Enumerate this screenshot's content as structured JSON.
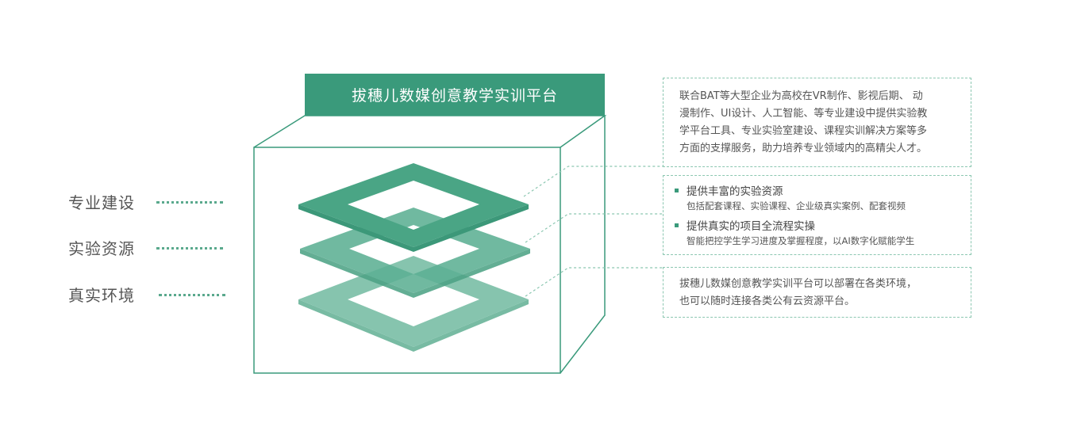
{
  "platform_title": "拔穗儿数媒创意教学实训平台",
  "left_labels": [
    "专业建设",
    "实验资源",
    "真实环境"
  ],
  "colors": {
    "primary": "#3a9a7b",
    "layer_top": "#4aa585",
    "layer_mid": "#5db094",
    "layer_bottom": "#7cc0a8",
    "cube_line": "#3a9a7b",
    "dashed_box": "#8cc7b1",
    "dotted_leader": "#5aa98d"
  },
  "box_intro": {
    "lines": [
      "联合BAT等大型企业为高校在VR制作、影视后期、  动",
      "漫制作、UI设计、人工智能、等专业建设中提供实验教",
      "学平台工具、专业实验室建设、课程实训解决方案等多",
      "方面的支撑服务，助力培养专业领域内的高精尖人才。"
    ]
  },
  "box_resources": {
    "items": [
      {
        "title": "提供丰富的实验资源",
        "detail": "包括配套课程、实验课程、企业级真实案例、配套视频"
      },
      {
        "title": "提供真实的项目全流程实操",
        "detail": "智能把控学生学习进度及掌握程度，以AI数字化赋能学生"
      }
    ]
  },
  "box_environment": {
    "lines": [
      "拔穗儿数媒创意教学实训平台可以部署在各类环境，",
      "也可以随时连接各类公有云资源平台。"
    ]
  }
}
